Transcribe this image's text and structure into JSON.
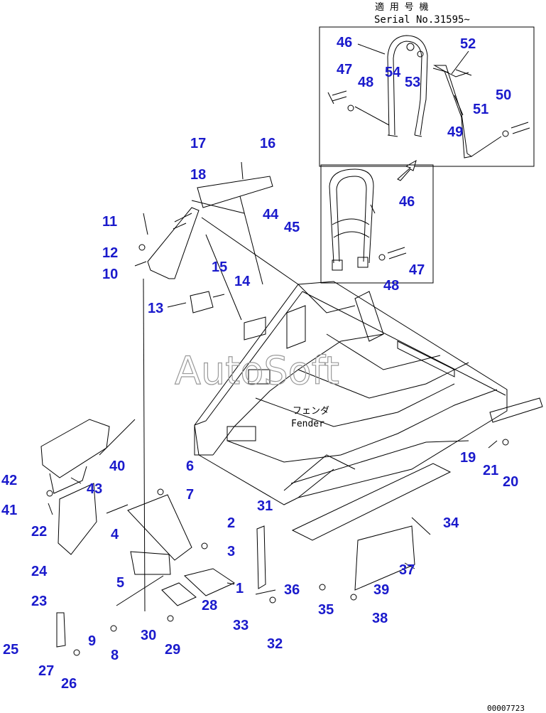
{
  "header": {
    "applicable_jp": "適 用 号 機",
    "serial": "Serial No.31595~"
  },
  "fender": {
    "jp": "フェンダ",
    "en": "Fender"
  },
  "watermark": "AutoSoft",
  "drawing_number": "00007723",
  "accent_color": "#1a1acc",
  "callouts": [
    {
      "id": "46",
      "n": "46"
    },
    {
      "id": "52",
      "n": "52"
    },
    {
      "id": "47",
      "n": "47"
    },
    {
      "id": "54",
      "n": "54"
    },
    {
      "id": "53",
      "n": "53"
    },
    {
      "id": "48",
      "n": "48"
    },
    {
      "id": "50",
      "n": "50"
    },
    {
      "id": "51",
      "n": "51"
    },
    {
      "id": "49",
      "n": "49"
    },
    {
      "id": "17",
      "n": "17"
    },
    {
      "id": "16",
      "n": "16"
    },
    {
      "id": "18",
      "n": "18"
    },
    {
      "id": "46b",
      "n": "46"
    },
    {
      "id": "11",
      "n": "11"
    },
    {
      "id": "44",
      "n": "44"
    },
    {
      "id": "45",
      "n": "45"
    },
    {
      "id": "12",
      "n": "12"
    },
    {
      "id": "10",
      "n": "10"
    },
    {
      "id": "15",
      "n": "15"
    },
    {
      "id": "14",
      "n": "14"
    },
    {
      "id": "47b",
      "n": "47"
    },
    {
      "id": "48b",
      "n": "48"
    },
    {
      "id": "13",
      "n": "13"
    },
    {
      "id": "19",
      "n": "19"
    },
    {
      "id": "21",
      "n": "21"
    },
    {
      "id": "20",
      "n": "20"
    },
    {
      "id": "40",
      "n": "40"
    },
    {
      "id": "6",
      "n": "6"
    },
    {
      "id": "42",
      "n": "42"
    },
    {
      "id": "43",
      "n": "43"
    },
    {
      "id": "7",
      "n": "7"
    },
    {
      "id": "31",
      "n": "31"
    },
    {
      "id": "41",
      "n": "41"
    },
    {
      "id": "2",
      "n": "2"
    },
    {
      "id": "34",
      "n": "34"
    },
    {
      "id": "4",
      "n": "4"
    },
    {
      "id": "22",
      "n": "22"
    },
    {
      "id": "3",
      "n": "3"
    },
    {
      "id": "24",
      "n": "24"
    },
    {
      "id": "5",
      "n": "5"
    },
    {
      "id": "1",
      "n": "1"
    },
    {
      "id": "37",
      "n": "37"
    },
    {
      "id": "23",
      "n": "23"
    },
    {
      "id": "36",
      "n": "36"
    },
    {
      "id": "39",
      "n": "39"
    },
    {
      "id": "28",
      "n": "28"
    },
    {
      "id": "35",
      "n": "35"
    },
    {
      "id": "38",
      "n": "38"
    },
    {
      "id": "9",
      "n": "9"
    },
    {
      "id": "30",
      "n": "30"
    },
    {
      "id": "33",
      "n": "33"
    },
    {
      "id": "25",
      "n": "25"
    },
    {
      "id": "8",
      "n": "8"
    },
    {
      "id": "29",
      "n": "29"
    },
    {
      "id": "32",
      "n": "32"
    },
    {
      "id": "27",
      "n": "27"
    },
    {
      "id": "26",
      "n": "26"
    }
  ]
}
